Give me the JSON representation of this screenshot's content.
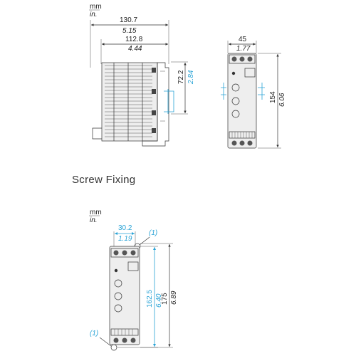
{
  "units": {
    "mm": "mm",
    "in": "in."
  },
  "side_view": {
    "overall_mm": "130.7",
    "overall_in": "5.15",
    "body_mm": "112.8",
    "body_in": "4.44",
    "rail_mm": "72.2",
    "rail_in": "2.84"
  },
  "front_view": {
    "width_mm": "45",
    "width_in": "1.77",
    "height_mm": "154",
    "height_in": "6.06"
  },
  "screw_fixing": {
    "title": "Screw Fixing",
    "width_mm": "30.2",
    "width_in": "1.19",
    "hole_mm": "162.5",
    "hole_in": "6.40",
    "height_mm": "175",
    "height_in": "6.89",
    "note_top": "(1)",
    "note_bottom": "(1)"
  },
  "colors": {
    "accent": "#29a3d6",
    "line": "#333333"
  }
}
